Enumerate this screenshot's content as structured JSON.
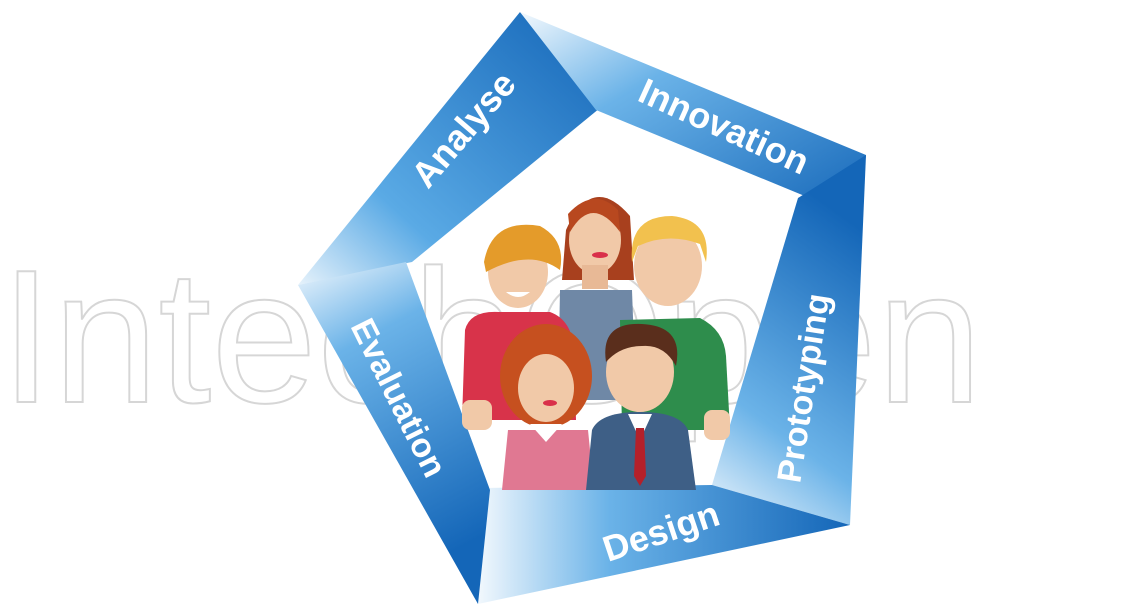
{
  "diagram": {
    "segments": [
      {
        "id": "analyse",
        "label": "Analyse"
      },
      {
        "id": "innovation",
        "label": "Innovation"
      },
      {
        "id": "prototyping",
        "label": "Prototyping"
      },
      {
        "id": "design",
        "label": "Design"
      },
      {
        "id": "evaluation",
        "label": "Evaluation"
      }
    ],
    "center": {
      "icon": "team-of-people-icon"
    }
  },
  "watermark": {
    "text": "IntechOpen"
  },
  "colors": {
    "band_dark": "#1b6fc0",
    "band_mid": "#2f8fd9",
    "band_light": "#cfe6f8",
    "text": "#ffffff"
  }
}
